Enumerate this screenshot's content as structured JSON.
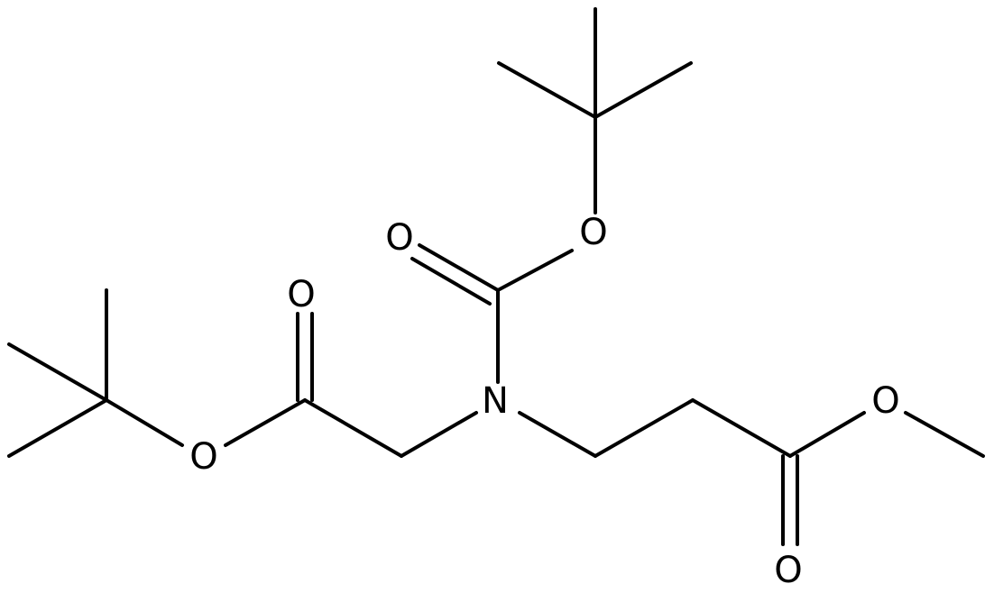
{
  "colors": {
    "background": "#ffffff",
    "bond": "#000000",
    "label": "#000000"
  },
  "atoms": {
    "o_carbonyl_boc": "O",
    "o_ether_boc": "O",
    "o_carbonyl_left": "O",
    "o_ether_left": "O",
    "n_amine": "N",
    "o_ether_methyl": "O",
    "o_carbonyl_right": "O"
  }
}
